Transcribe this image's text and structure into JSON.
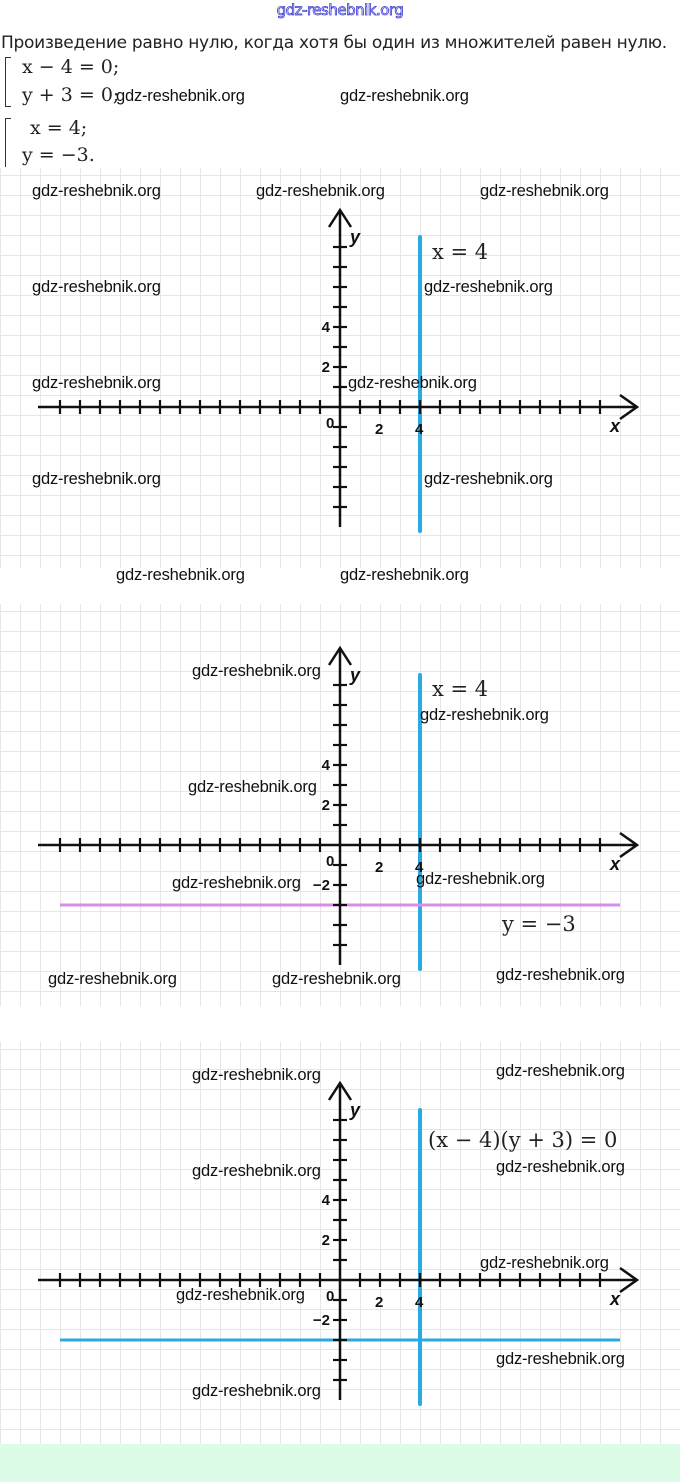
{
  "header": {
    "watermark": "gdz-reshebnik.org",
    "intro_text": "Произведение равно нулю, когда хотя бы один из множителей равен нулю."
  },
  "system1": {
    "line1": "x − 4 = 0;",
    "line2": "y + 3 = 0;"
  },
  "system2": {
    "line1": "x = 4;",
    "line2": "y = −3."
  },
  "watermark_text": "gdz-reshebnik.org",
  "colors": {
    "vertical_line": "#29abe2",
    "horizontal_line_graph2": "#d98ceb",
    "horizontal_line_graph3": "#29abe2",
    "axis": "#111111",
    "green_band": "#dcfce8"
  },
  "chart_data": [
    {
      "type": "line",
      "title": "",
      "xlabel": "x",
      "ylabel": "y",
      "xlim": [
        -15,
        15
      ],
      "ylim": [
        -6,
        10
      ],
      "x_tick_labels": [
        "0",
        "2",
        "4"
      ],
      "y_tick_labels": [
        "2",
        "4"
      ],
      "grid": true,
      "series": [
        {
          "name": "x = 4",
          "kind": "vertical",
          "value": 4,
          "range": [
            -6.2,
            8.5
          ],
          "color": "#29abe2"
        }
      ],
      "annotations": [
        "x = 4"
      ]
    },
    {
      "type": "line",
      "title": "",
      "xlabel": "x",
      "ylabel": "y",
      "xlim": [
        -15,
        15
      ],
      "ylim": [
        -6,
        10
      ],
      "x_tick_labels": [
        "0",
        "2",
        "4"
      ],
      "y_tick_labels": [
        "-2",
        "2",
        "4"
      ],
      "grid": true,
      "series": [
        {
          "name": "x = 4",
          "kind": "vertical",
          "value": 4,
          "range": [
            -6.2,
            8.5
          ],
          "color": "#29abe2"
        },
        {
          "name": "y = −3",
          "kind": "horizontal",
          "value": -3,
          "range": [
            -14,
            14
          ],
          "color": "#d98ceb"
        }
      ],
      "annotations": [
        "x = 4",
        "y = −3"
      ]
    },
    {
      "type": "line",
      "title": "",
      "xlabel": "x",
      "ylabel": "y",
      "xlim": [
        -15,
        15
      ],
      "ylim": [
        -6,
        10
      ],
      "x_tick_labels": [
        "0",
        "2",
        "4"
      ],
      "y_tick_labels": [
        "-2",
        "2",
        "4"
      ],
      "grid": true,
      "series": [
        {
          "name": "x = 4",
          "kind": "vertical",
          "value": 4,
          "range": [
            -6.2,
            8.5
          ],
          "color": "#29abe2"
        },
        {
          "name": "y = −3",
          "kind": "horizontal",
          "value": -3,
          "range": [
            -14,
            14
          ],
          "color": "#29abe2"
        }
      ],
      "annotations": [
        "(x − 4)(y + 3) = 0"
      ]
    }
  ]
}
